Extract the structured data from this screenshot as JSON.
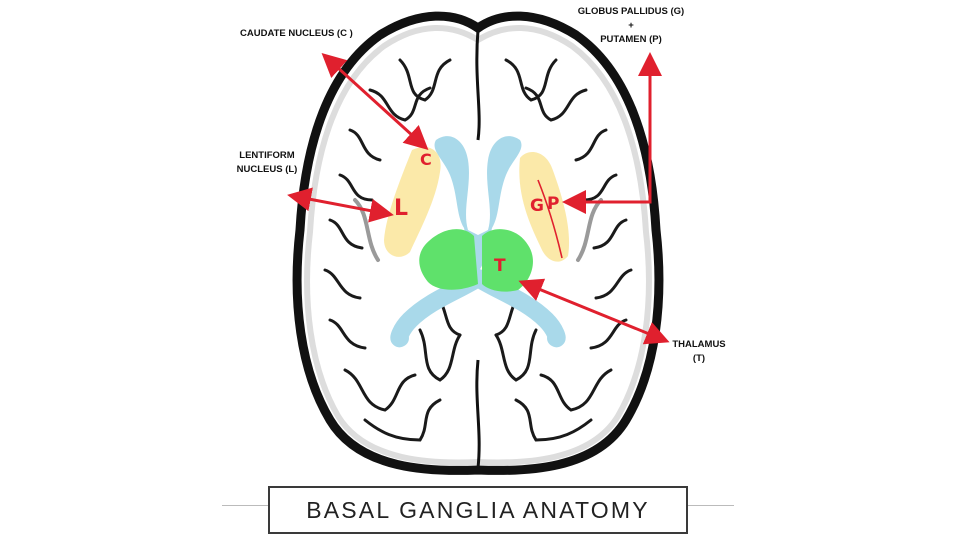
{
  "title": "BASAL GANGLIA ANATOMY",
  "labels": {
    "caudate": "CAUDATE NUCLEUS (C )",
    "lentiform_line1": "LENTIFORM",
    "lentiform_line2": "NUCLEUS (L)",
    "globus_line1": "GLOBUS PALLIDUS (G)",
    "globus_line2": "+",
    "globus_line3": "PUTAMEN (P)",
    "thalamus_line1": "THALAMUS",
    "thalamus_line2": "(T)"
  },
  "letters": {
    "c": "C",
    "l": "L",
    "g": "G",
    "p": "P",
    "t": "T"
  },
  "colors": {
    "arrow": "#e0202e",
    "basal_ganglia": "#fbe9a9",
    "thalamus": "#5fe16b",
    "ventricles": "#a9d9ea",
    "outline": "#111111"
  }
}
